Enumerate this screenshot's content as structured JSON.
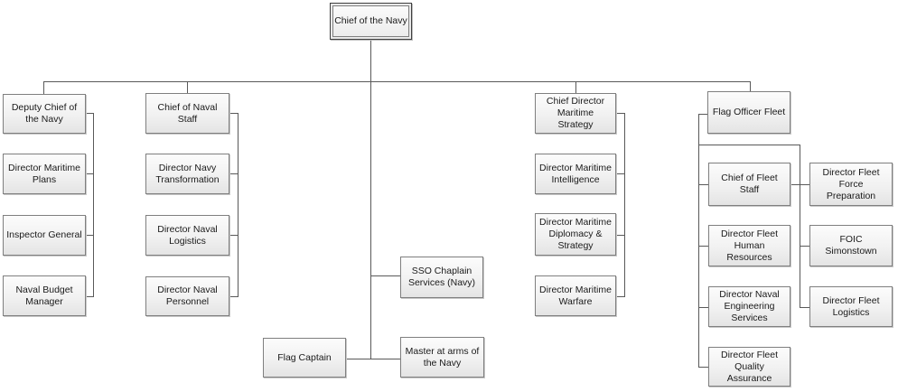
{
  "diagram": {
    "type": "org-chart",
    "root_label": "Chief of the Navy"
  },
  "nodes": {
    "chief_of_the_navy": "Chief of the Navy",
    "deputy_chief_of_the_navy": "Deputy Chief of the Navy",
    "director_maritime_plans": "Director Maritime Plans",
    "inspector_general": "Inspector General",
    "naval_budget_manager": "Naval Budget Manager",
    "chief_of_naval_staff": "Chief of Naval Staff",
    "director_navy_transformation": "Director Navy Transformation",
    "director_naval_logistics": "Director Naval Logistics",
    "director_naval_personnel": "Director Naval Personnel",
    "sso_chaplain_services": "SSO Chaplain Services (Navy)",
    "flag_captain": "Flag Captain",
    "master_at_arms": "Master at arms of the Navy",
    "chief_director_maritime_strategy": "Chief Director Maritime Strategy",
    "director_maritime_intelligence": "Director Maritime Intelligence",
    "director_maritime_diplomacy_strategy": "Director Maritime Diplomacy & Strategy",
    "director_maritime_warfare": "Director Maritime Warfare",
    "flag_officer_fleet": "Flag Officer Fleet",
    "chief_of_fleet_staff": "Chief of Fleet Staff",
    "director_fleet_human_resources": "Director Fleet Human Resources",
    "director_naval_engineering_services": "Director Naval Engineering Services",
    "director_fleet_quality_assurance": "Director Fleet Quality Assurance",
    "director_fleet_force_preparation": "Director Fleet Force Preparation",
    "foic_simonstown": "FOIC Simonstown",
    "director_fleet_logistics": "Director Fleet Logistics"
  },
  "org_structure": {
    "root": "Chief of the Navy",
    "branches": [
      {
        "head": "Deputy Chief of the Navy",
        "reports": [
          "Director Maritime Plans",
          "Inspector General",
          "Naval Budget Manager"
        ]
      },
      {
        "head": "Chief of Naval Staff",
        "reports": [
          "Director Navy Transformation",
          "Director Naval Logistics",
          "Director Naval Personnel"
        ]
      },
      {
        "head": "Chief of the Navy (direct line)",
        "reports": [
          "SSO Chaplain Services (Navy)",
          "Flag Captain",
          "Master at arms of the Navy"
        ]
      },
      {
        "head": "Chief Director Maritime Strategy",
        "reports": [
          "Director Maritime Intelligence",
          "Director Maritime Diplomacy & Strategy",
          "Director Maritime Warfare"
        ]
      },
      {
        "head": "Flag Officer Fleet",
        "reports_left_column": [
          "Chief of Fleet Staff",
          "Director Fleet Human Resources",
          "Director Naval Engineering Services",
          "Director Fleet Quality Assurance"
        ],
        "reports_right_column": [
          "Director Fleet Force Preparation",
          "FOIC Simonstown",
          "Director Fleet Logistics"
        ]
      }
    ]
  },
  "colors": {
    "background": "#ffffff",
    "box_border": "#7f7f7f",
    "root_box_border": "#3f3f3f",
    "box_fill_top": "#fcfcfc",
    "box_fill_bottom": "#e4e4e4",
    "connector_line": "#595959",
    "text": "#1a1a1a"
  }
}
